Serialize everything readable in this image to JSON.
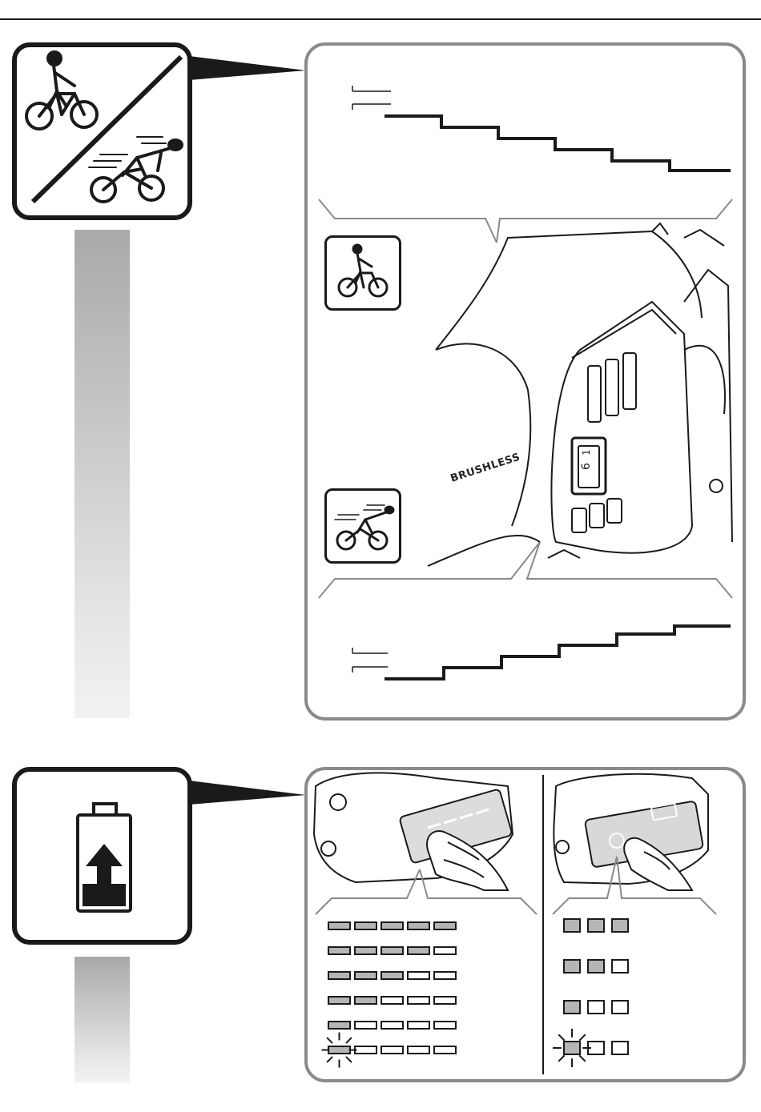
{
  "tool": {
    "brand_label": "BRUSHLESS",
    "dial_marks": [
      "6",
      "1"
    ]
  },
  "speed_section": {
    "descending_steps": 6,
    "ascending_steps": 6
  },
  "battery_section": {
    "left_indicator": {
      "rows": [
        {
          "filled": 5,
          "total": 5,
          "blinking": false
        },
        {
          "filled": 4,
          "total": 5,
          "blinking": false
        },
        {
          "filled": 3,
          "total": 5,
          "blinking": false
        },
        {
          "filled": 2,
          "total": 5,
          "blinking": false
        },
        {
          "filled": 1,
          "total": 5,
          "blinking": false
        },
        {
          "filled": 1,
          "total": 5,
          "blinking": true
        }
      ]
    },
    "right_indicator": {
      "rows": [
        {
          "filled": 3,
          "total": 3,
          "blinking": false
        },
        {
          "filled": 2,
          "total": 3,
          "blinking": false
        },
        {
          "filled": 1,
          "total": 3,
          "blinking": false
        },
        {
          "filled": 1,
          "total": 3,
          "blinking": true
        }
      ]
    }
  },
  "colors": {
    "line": "#1a1a1a",
    "panel_border": "#8a8a8a",
    "led_filled": "#b5b5b5",
    "led_empty": "#ffffff"
  },
  "icons": [
    "slow-cyclist-icon",
    "fast-cyclist-icon",
    "battery-charge-icon",
    "finger-press-icon",
    "speed-dial-icon"
  ]
}
